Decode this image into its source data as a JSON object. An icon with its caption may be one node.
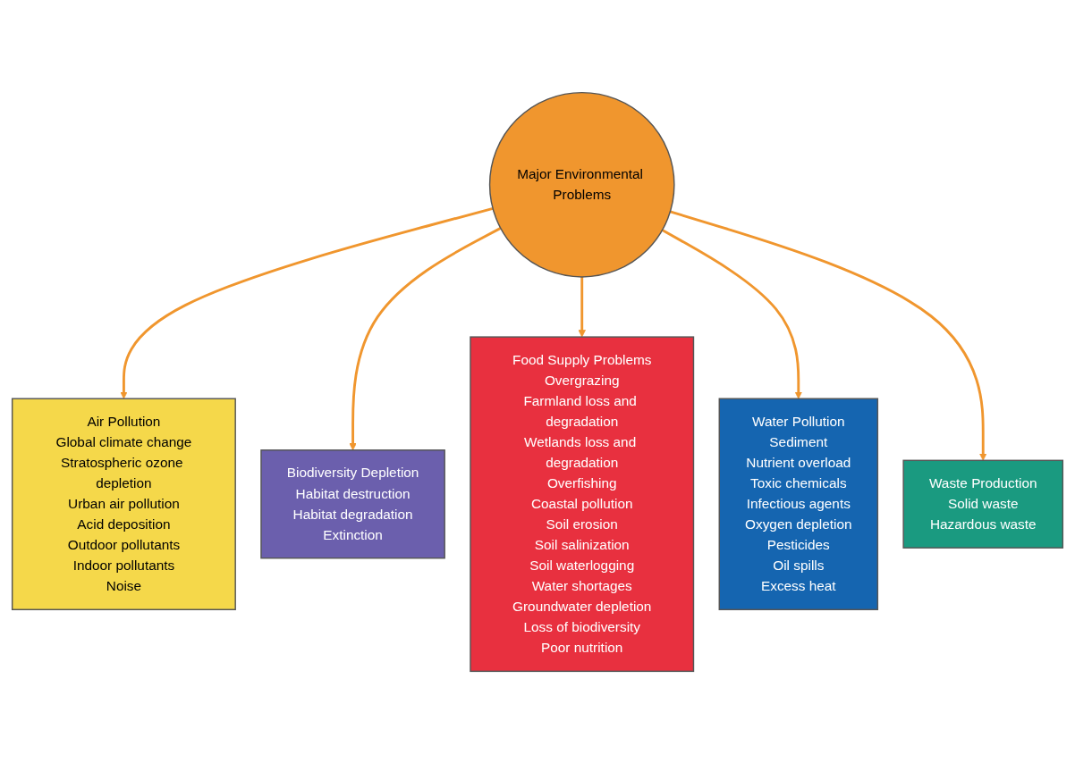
{
  "diagram": {
    "nodes": [
      {
        "text": [
          "Major Environmental Problems"
        ]
      },
      {
        "text": [
          "Air Pollution",
          "Global climate change",
          "Stratospheric ozone depletion",
          "Urban air pollution",
          "Acid deposition",
          "Outdoor pollutants",
          "Indoor pollutants",
          "Noise"
        ]
      },
      {
        "text": [
          "Biodiversity Depletion",
          "Habitat destruction",
          "Habitat degradation",
          "Extinction"
        ]
      },
      {
        "text": [
          "Food Supply Problems",
          "Overgrazing",
          "Farmland loss and degradation",
          "Wetlands loss and degradation",
          "Overfishing",
          "Coastal pollution",
          "Soil erosion",
          "Soil salinization",
          "Soil waterlogging",
          "Water shortages",
          "Groundwater depletion",
          "Loss of biodiversity",
          "Poor nutrition"
        ]
      },
      {
        "text": [
          "Water Pollution",
          "Sediment",
          "Nutrient overload",
          "Toxic chemicals",
          "Infectious agents",
          "Oxygen depletion",
          "Pesticides",
          "Oil spills",
          "Excess heat"
        ]
      },
      {
        "text": [
          "Waste Production",
          "Solid waste",
          "Hazardous waste"
        ]
      }
    ],
    "edges": [
      {
        "from": 0,
        "to": 1,
        "arrow": "to"
      },
      {
        "from": 0,
        "to": 2,
        "arrow": "to"
      },
      {
        "from": 0,
        "to": 3,
        "arrow": "to"
      },
      {
        "from": 0,
        "to": 4,
        "arrow": "to"
      },
      {
        "from": 0,
        "to": 5,
        "arrow": "to"
      }
    ]
  }
}
